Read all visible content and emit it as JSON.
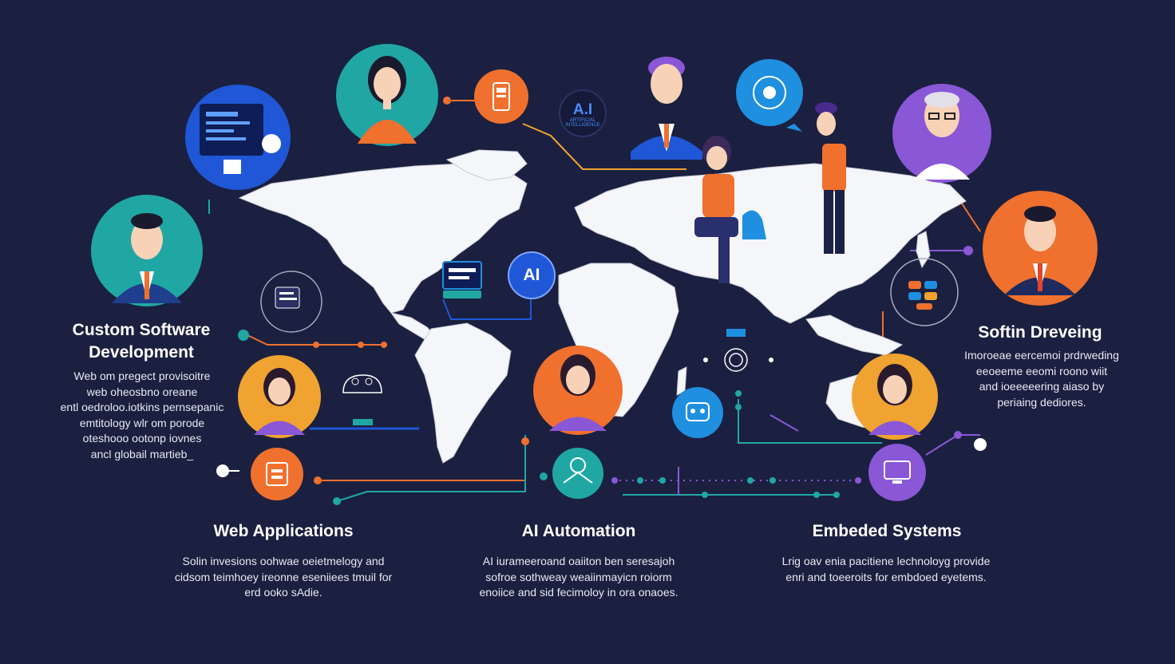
{
  "colors": {
    "background": "#1b2040",
    "teal": "#20a7a4",
    "orange": "#f0702e",
    "purple": "#8a57d6",
    "blue": "#1f57d6",
    "amber": "#f0a330",
    "sky": "#1f8fe0",
    "map": "#f5f6fa"
  },
  "badges": {
    "ai_center": "AI",
    "ai_top": "A.I",
    "ai_top_sub": "ARTIFICIAL INTELLIGENCE"
  },
  "sections": {
    "custom": {
      "title": "Custom Software\nDevelopment",
      "body": "Web om pregect provisoitre\nweb oheosbno oreane\nentl oedroloo.iotkins pernsepanic\nemtitology wlr om porode\noteshooo ootonp iovnes\nancl globail martieb_"
    },
    "right": {
      "title": "Softin Dreveing",
      "body": "Imoroeae eercemoi prdrweding\neeoeeme eeomi roono wiit\nand ioeeeeering aiaso by\nperiaing dediores."
    },
    "web": {
      "title": "Web Applications",
      "body": "Solin invesions oohwae oeietmelogy and\ncidsom teimhoey ireonne eseniiees tmuil for\nerd ooko sAdie."
    },
    "ai": {
      "title": "AI Automation",
      "body": "AI iurameeroand oaiiton ben seresajoh\nsofroe sothweay weaiinmayicn roiorm\nenoiice and sid fecimoloy in ora onaoes."
    },
    "embedded": {
      "title": "Embeded Systems",
      "body": "Lrig oav enia pacitiene lechnoloyg provide\nenri and toeeroits for embdoed eyetems."
    }
  },
  "icons": [
    "developer-monitor-icon",
    "mobile-app-icon",
    "ai-brain-icon",
    "code-editor-icon",
    "cloud-server-icon",
    "fingerprint-icon",
    "robot-icon",
    "database-icon",
    "chip-icon",
    "gamepad-icon",
    "cpu-icon",
    "globe-icon"
  ]
}
